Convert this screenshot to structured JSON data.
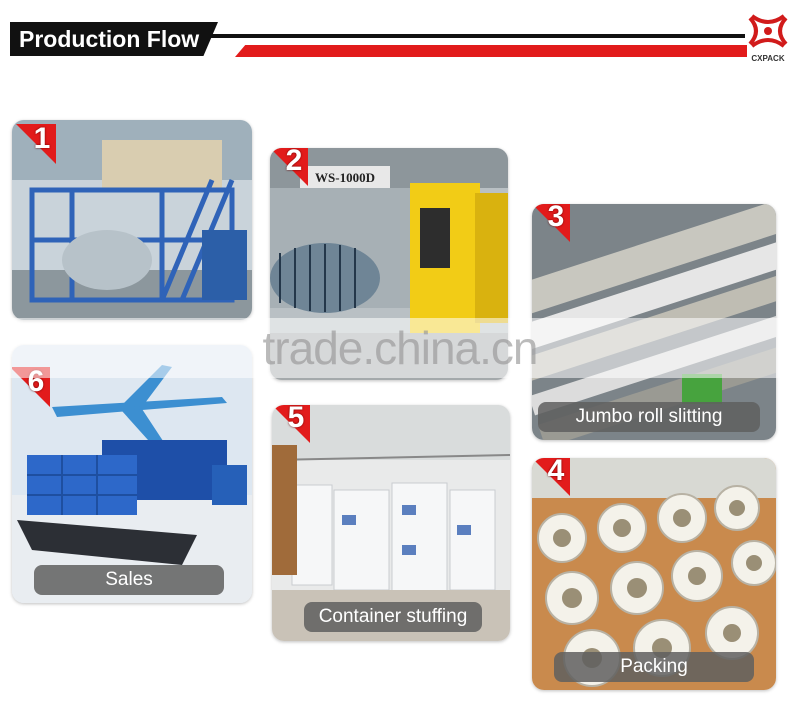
{
  "header": {
    "title": "Production Flow",
    "logo_text": "CXPACK"
  },
  "steps": [
    {
      "number": "1",
      "caption": ""
    },
    {
      "number": "2",
      "caption": ""
    },
    {
      "number": "3",
      "caption": "Jumbo roll slitting"
    },
    {
      "number": "4",
      "caption": "Packing"
    },
    {
      "number": "5",
      "caption": "Container stuffing"
    },
    {
      "number": "6",
      "caption": "Sales"
    }
  ],
  "machine_label": "WS-1000D",
  "watermark": "trade.china.cn",
  "colors": {
    "accent_red": "#e21b1b",
    "header_black": "#111111",
    "caption_gray": "#5f5f5f"
  }
}
